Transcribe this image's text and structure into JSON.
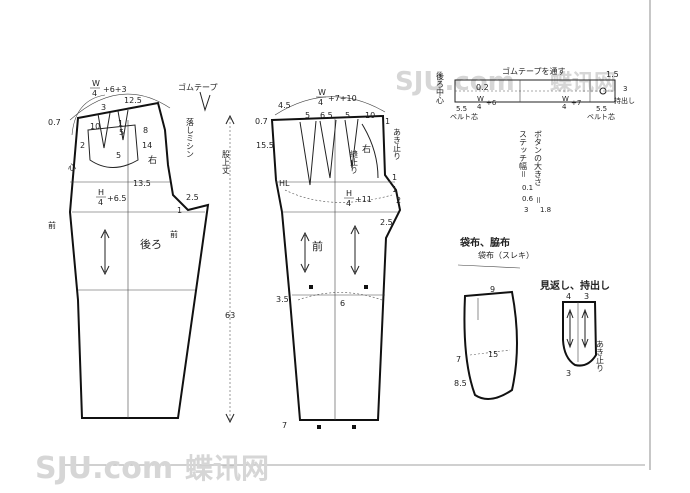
{
  "wm_site": "SJU.com",
  "wm_name": "蝶讯网",
  "back": {
    "waist_formula_w": "W",
    "waist_formula_div": "4",
    "waist_formula_rest": "+6+3",
    "hip_formula_h": "H",
    "hip_formula_div": "4",
    "hip_formula_rest": "+6.5",
    "d_12_5": "12.5",
    "d_0_7": "0.7",
    "d_3a": "3",
    "d_10": "10",
    "d_1": "1",
    "d_5a": "5",
    "d_8": "8",
    "d_2": "2",
    "d_14": "14",
    "d_5b": "5",
    "d_13_5": "13.5",
    "d_2_5": "2.5",
    "d_1b": "1",
    "label_back": "後ろ",
    "label_front": "前",
    "label_front2": "前",
    "label_migi": "右",
    "label_shin": "心",
    "label_gomu": "ゴムテープ",
    "label_otoshi": "落しミシン",
    "label_mata": "股上丈",
    "d_63": "63"
  },
  "front": {
    "d_4_5": "4.5",
    "waist_formula_w": "W",
    "waist_formula_div": "4",
    "waist_formula_rest": "+7+10",
    "d_0_7": "0.7",
    "d_5a": "5",
    "d_6_5": "6.5",
    "d_5b": "5",
    "d_10": "10",
    "d_1": "1",
    "d_15_5": "15.5",
    "label_aki": "あき止り",
    "label_migi": "右",
    "label_nui": "縫止り",
    "d_1b": "1",
    "d_1c": "1",
    "d_2": "2",
    "label_hl": "HL",
    "hip_formula_h": "H",
    "hip_formula_div": "4",
    "hip_formula_rest": "+11",
    "d_2_5": "2.5",
    "label_front": "前",
    "d_3_5": "3.5",
    "d_6": "6",
    "d_7": "7"
  },
  "belt": {
    "label_gomu": "ゴムテープを通す",
    "label_ushiro": "後ろ中心",
    "d_1_5": "1.5",
    "d_0_2": "0.2",
    "w_formula_w": "W",
    "w_formula_div": "4",
    "w_formula_rest": "+6",
    "w2_formula_w": "W",
    "w2_formula_div": "4",
    "w2_formula_rest": "+7",
    "d_5_5a": "5.5",
    "d_5_5b": "5.5",
    "label_belt1": "ベルト芯",
    "label_belt2": "ベルト芯",
    "label_mochi": "持出し",
    "d_3": "3"
  },
  "button_note": {
    "label_button": "ボタンの大きさ",
    "label_equal": "＝",
    "d_1_8": "1.8",
    "label_stitch": "ステッチ幅＝",
    "d_0_1": "0.1",
    "d_0_6": "0.6",
    "d_3": "3"
  },
  "pocket": {
    "title": "袋布、脇布",
    "sub": "袋布（スレキ）",
    "d_9": "9",
    "d_15": "15",
    "d_7": "7",
    "d_8_5": "8.5"
  },
  "facing": {
    "title": "見返し、持出し",
    "d_4": "4",
    "d_3a": "3",
    "d_3b": "3",
    "label_aki": "あき止り"
  }
}
